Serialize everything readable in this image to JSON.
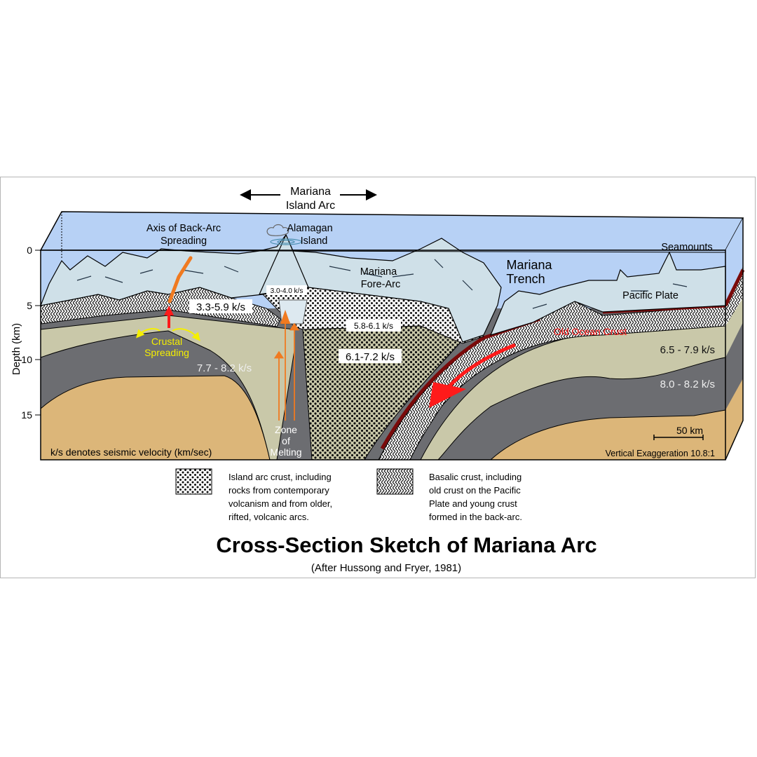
{
  "title": "Cross-Section Sketch of Mariana Arc",
  "subtitle": "(After Hussong and Fryer, 1981)",
  "axis": {
    "label": "Depth (km)",
    "ticks": [
      "0",
      "5",
      "10",
      "15"
    ]
  },
  "labels": {
    "island_arc_line1": "Mariana",
    "island_arc_line2": "Island Arc",
    "backarc_line1": "Axis of Back-Arc",
    "backarc_line2": "Spreading",
    "alamagan_line1": "Alamagan",
    "alamagan_line2": "Island",
    "forearc_line1": "Mariana",
    "forearc_line2": "Fore-Arc",
    "trench_line1": "Mariana",
    "trench_line2": "Trench",
    "seamounts": "Seamounts",
    "pacific_plate": "Pacific Plate",
    "old_ocean_crust": "Old Ocean Crust",
    "crustal_line1": "Crustal",
    "crustal_line2": "Spreading",
    "zone_line1": "Zone",
    "zone_line2": "of",
    "zone_line3": "Melting",
    "v_backarc_crust": "3.3-5.9 k/s",
    "v_arc_top": "3.0-4.0 k/s",
    "v_arc_mid": "5.8-6.1 k/s",
    "v_arc_lower": "6.1-7.2 k/s",
    "v_backarc_mantle": "7.7 - 8.2 k/s",
    "v_pacific_upper": "6.5 - 7.9 k/s",
    "v_pacific_mantle": "8.0 - 8.2 k/s",
    "note": "k/s denotes seismic velocity (km/sec)",
    "scale": "50 km",
    "exaggeration": "Vertical Exaggeration 10.8:1"
  },
  "legend": [
    {
      "pattern": "dots",
      "lines": [
        "Island arc crust, including",
        "rocks from contemporary",
        "volcanism and from older,",
        "rifted, volcanic arcs."
      ]
    },
    {
      "pattern": "crosshatch",
      "lines": [
        "Basalic crust, including",
        "old crust on the Pacific",
        "Plate and young crust",
        "formed in the back-arc."
      ]
    }
  ],
  "colors": {
    "sea": "#b7d1f5",
    "rock": "#cfe0e8",
    "mantle_light": "#c9c8a9",
    "mantle_dark": "#6c6d71",
    "tan": "#dcb679",
    "slab": "#7a0a0a",
    "magma": "#f07a20",
    "red_arrow": "#ff1a1a",
    "yellow": "#f5ef00"
  }
}
